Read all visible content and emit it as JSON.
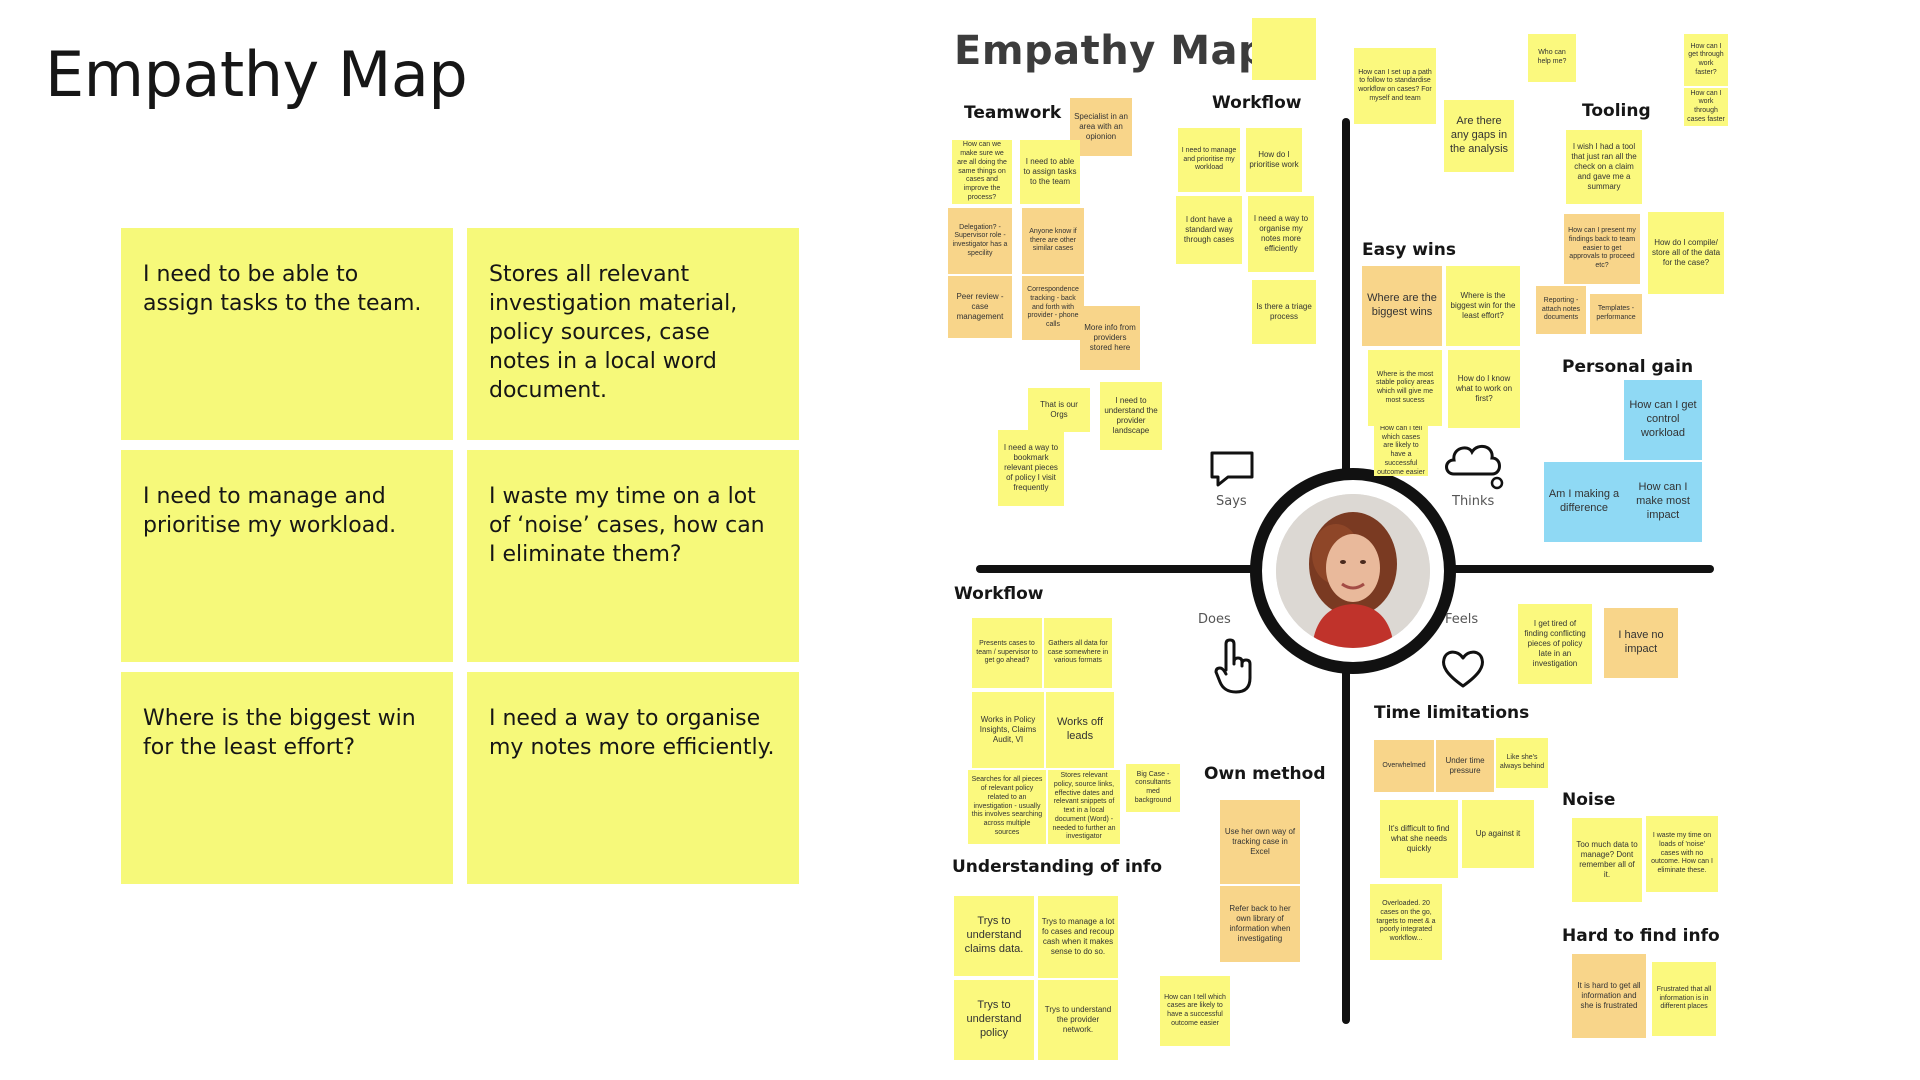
{
  "page": {
    "title": "Empathy Map"
  },
  "quotes": [
    "I need to be able to assign tasks to the team.",
    "Stores all relevant investigation material, policy sources, case notes in a local word document.",
    "I need to manage and prioritise my workload.",
    "I waste my time on a lot of ‘noise’ cases, how can I eliminate them?",
    "Where is the biggest win for the least effort?",
    "I need a way to organise my notes more efficiently."
  ],
  "map": {
    "title": "Empathy Map",
    "quadrants": {
      "says": "Says",
      "thinks": "Thinks",
      "does": "Does",
      "feels": "Feels"
    },
    "sections": {
      "teamwork": "Teamwork",
      "workflow_top": "Workflow",
      "easy_wins": "Easy wins",
      "tooling": "Tooling",
      "personal_gain": "Personal gain",
      "workflow_bottom": "Workflow",
      "understanding": "Understanding of info",
      "own_method": "Own method",
      "time_limitations": "Time limitations",
      "noise": "Noise",
      "hard_to_find": "Hard to find info"
    },
    "notes": {
      "specialist": "Specialist in an area with an opionion",
      "tw_same": "How can we make sure we are all doing the same things on cases and improve the process?",
      "tw_assign": "I need to able to assign tasks to the team",
      "tw_delegation": "Delegation? - Supervisor role - investigator has a specility",
      "tw_anyone": "Anyone know if there are other similar cases",
      "tw_peer": "Peer review - case management",
      "tw_corr": "Correspondence tracking - back and forth with provider - phone calls",
      "tw_more": "More info from providers stored here",
      "tw_orgs": "That is our Orgs",
      "tw_understand": "I need to understand the provider landscape",
      "tw_bookmark": "I need a way to bookmark relevant pieces of policy I visit frequently",
      "wf_manage": "I need to manage and prioritise my workload",
      "wf_prioritise": "How do I prioritise work",
      "wf_standard": "I dont have a standard way through cases",
      "wf_organise": "I need a way to organise my notes more efficiently",
      "wf_triage": "Is there a triage process",
      "top_path": "How can I set up a path to follow to standardise workflow on cases? For myself and team",
      "top_who": "Who can help me?",
      "top_through": "How can I get through work faster?",
      "top_cases": "How can I work through cases faster",
      "ew_gaps": "Are there any gaps in the analysis",
      "ew_biggest_wins": "Where are the biggest wins",
      "ew_biggest_win": "Where is the biggest win for the least effort?",
      "ew_stable": "Where is the most stable policy areas which will give me most sucess",
      "ew_know": "How do I know what to work on first?",
      "ew_tell": "How can I tell which cases are likely to have a successful outcome easier",
      "tl_tool": "I wish I had a tool that just ran all the check on a claim and gave me a summary",
      "tl_present": "How can I present my findings back to team easier to get approvals to proceed etc?",
      "tl_compile": "How do I compile/ store all of the data for the case?",
      "tl_reporting": "Reporting - attach notes documents",
      "tl_templates": "Templates - performance",
      "pg_control": "How can I get control workload",
      "pg_difference": "Am I making a difference",
      "pg_impact": "How can I make most impact",
      "wb_presents": "Presents cases to team / supervisor to get go ahead?",
      "wb_gathers": "Gathers all data for case somewhere in various formats",
      "wb_works_in": "Works in Policy Insights, Claims Audit, VI",
      "wb_leads": "Works off leads",
      "wb_searches": "Searches for all pieces of relevant policy related to an investigation - usually this involves searching across multiple sources",
      "wb_stores": "Stores relevant policy, source links, effective dates and relevant snippets of text in a local document (Word) - needed to further an investigator",
      "wb_bigcase": "Big Case - consultants med background",
      "ui_claims": "Trys to understand claims data.",
      "ui_manage": "Trys to manage a lot fo cases and recoup cash when it makes sense to do so.",
      "ui_policy": "Trys to understand policy",
      "ui_provider": "Trys to understand the provider network.",
      "om_excel": "Use her own way of tracking case in Excel",
      "om_library": "Refer back to her own library of information when investigating",
      "om_tell": "How can I tell which cases are likely to have a successful outcome easier",
      "tm_overwhelmed": "Overwhelmed",
      "tm_pressure": "Under time pressure",
      "tm_behind": "Like she's always behind",
      "tm_difficult": "It's difficult to find what she needs quickly",
      "tm_against": "Up against it",
      "tm_overloaded": "Overloaded. 20 cases on the go, targets to meet & a poorly integrated workflow...",
      "fe_tired": "I get tired of finding conflicting pieces of policy late in an investigation",
      "fe_impact": "I have no impact",
      "no_toomuch": "Too much data to manage? Dont remember all of it.",
      "no_waste": "I waste my time on loads of 'noise' cases with no outcome. How can I eliminate these.",
      "hf_hard": "It is hard to get all information and she is frustrated",
      "hf_frustrated": "Frustrated that all information is in different places"
    },
    "colors": {
      "yellow_note": "#fbf97e",
      "orange_note": "#f8d58a",
      "blue_note": "#8fd9f4",
      "big_note": "#f6f97a",
      "axis": "#111111"
    }
  }
}
